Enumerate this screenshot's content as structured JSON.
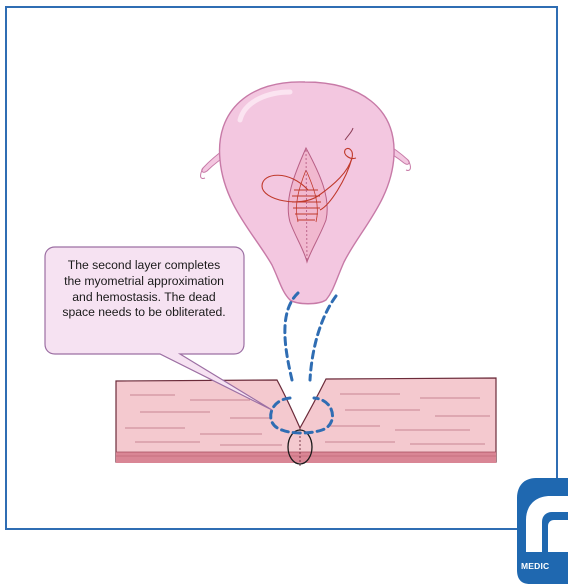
{
  "callout": {
    "lines": [
      "The second layer completes",
      "the myometrial approximation",
      "and hemostasis. The dead",
      "space needs to be obliterated."
    ]
  },
  "logo": {
    "text": "MEDIC"
  },
  "colors": {
    "frame": "#2f6db3",
    "uterus_fill": "#f3c7e0",
    "uterus_stroke": "#c77aa7",
    "suture": "#c0392b",
    "tissue": "#f4c9cf",
    "tissue_dark": "#c96a7a",
    "dashed_blue": "#2f6db3",
    "callout_fill": "#f6e2f2",
    "callout_stroke": "#9c6fa3",
    "logo": "#1f68b0"
  }
}
